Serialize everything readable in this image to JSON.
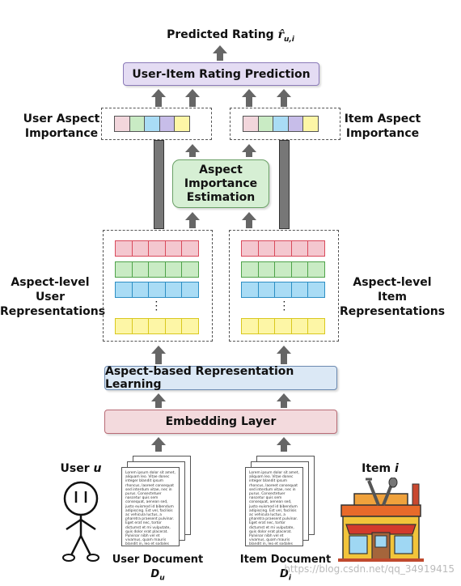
{
  "title_top": "Predicted Rating",
  "title_top_symbol": "r̂",
  "title_top_sub": "u,i",
  "prediction_box": "User-Item Rating Prediction",
  "user_aspect_importance": "User Aspect Importance",
  "item_aspect_importance": "Item Aspect Importance",
  "aspect_importance_estimation": "Aspect Importance Estimation",
  "aspect_level_user": "Aspect-level User Representations",
  "aspect_level_item": "Aspect-level Item Representations",
  "arl_box": "Aspect-based Representation Learning",
  "embedding_box": "Embedding Layer",
  "user_label": "User",
  "user_var": "u",
  "item_label": "Item",
  "item_var": "i",
  "user_doc_label": "User Document",
  "user_doc_var": "D",
  "user_doc_sub": "u",
  "item_doc_label": "Item Document",
  "item_doc_var": "D",
  "item_doc_sub": "i",
  "doc_text": "Lorem ipsum dolor sit amet, aliquam leo. Vitae donec integer blandit ipsum rhoncus, laoreet consequat sed interdum vitae, nec in purus. Consectetuer nascetur quis sem consequat, aenean sed, justo euismod id bibendum adipiscing. Est vel, facilisis ac vehicula luctus, a pharetra praesent pulvinar. Eget erat nec, tortor dictumst et mi vulputate, quis dolor erat placerat. Pulvinar nibh vel et vivamus, quam mauris blandit in, leo et sodales augue sociis mauris, habitasse elit.",
  "watermark": "https://blog.csdn.net/qq_34919415",
  "colors": {
    "prediction_fill": "#e4dcf3",
    "prediction_border": "#8a7ab8",
    "estimation_fill": "#d6efd4",
    "estimation_border": "#6aa066",
    "arl_fill": "#dbe8f5",
    "arl_border": "#6b89b0",
    "embed_fill": "#f3dadd",
    "embed_border": "#b86b75",
    "red": "#f4c7cf",
    "red_border": "#d94a5b",
    "green": "#c9ebc4",
    "green_border": "#4fa34a",
    "blue": "#a9dcf5",
    "blue_border": "#2d8fc4",
    "yellow": "#fdf6a6",
    "yellow_border": "#d9c81f",
    "purple": "#c7bde9",
    "pink": "#f2d6dc"
  },
  "icons": [
    "stick-figure-user-icon",
    "restaurant-item-icon",
    "document-stack-icon",
    "up-arrow-icon"
  ]
}
